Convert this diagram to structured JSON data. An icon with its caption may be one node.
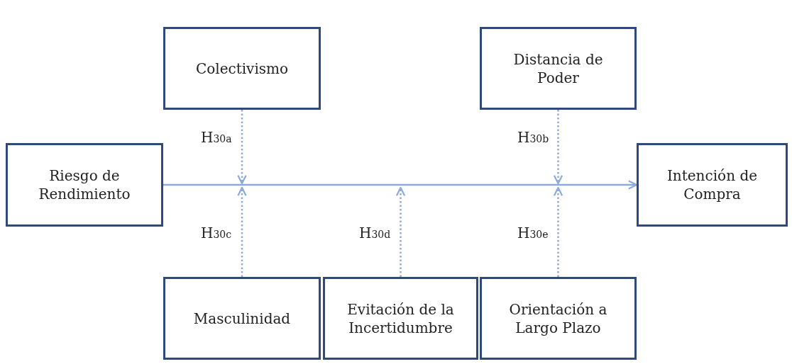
{
  "diagram": {
    "nodes": [
      {
        "text": [
          "Colectivismo"
        ]
      },
      {
        "text": [
          "Distancia de Poder"
        ]
      },
      {
        "text": [
          "Riesgo de Rendimiento"
        ]
      },
      {
        "text": [
          "Intención de Compra"
        ]
      },
      {
        "text": [
          "Masculinidad"
        ]
      },
      {
        "text": [
          "Evitación de la Incertidumbre"
        ]
      },
      {
        "text": [
          "Orientación a Largo Plazo"
        ]
      }
    ],
    "edges": [
      {
        "from": 2,
        "to": 3,
        "arrow": "to"
      },
      {
        "from": 0,
        "to": null,
        "arrow": "to",
        "label": "H$_{30a}$",
        "style": "dashed"
      },
      {
        "from": 1,
        "to": null,
        "arrow": "to",
        "label": "H$_{30b}$",
        "style": "dashed"
      },
      {
        "from": 4,
        "to": null,
        "arrow": "to",
        "label": "H$_{30c}$",
        "style": "dashed"
      },
      {
        "from": 5,
        "to": null,
        "arrow": "to",
        "label": "H$_{30d}$",
        "style": "dashed"
      },
      {
        "from": 6,
        "to": null,
        "arrow": "to",
        "label": "H$_{30e}$",
        "style": "dashed"
      }
    ]
  }
}
